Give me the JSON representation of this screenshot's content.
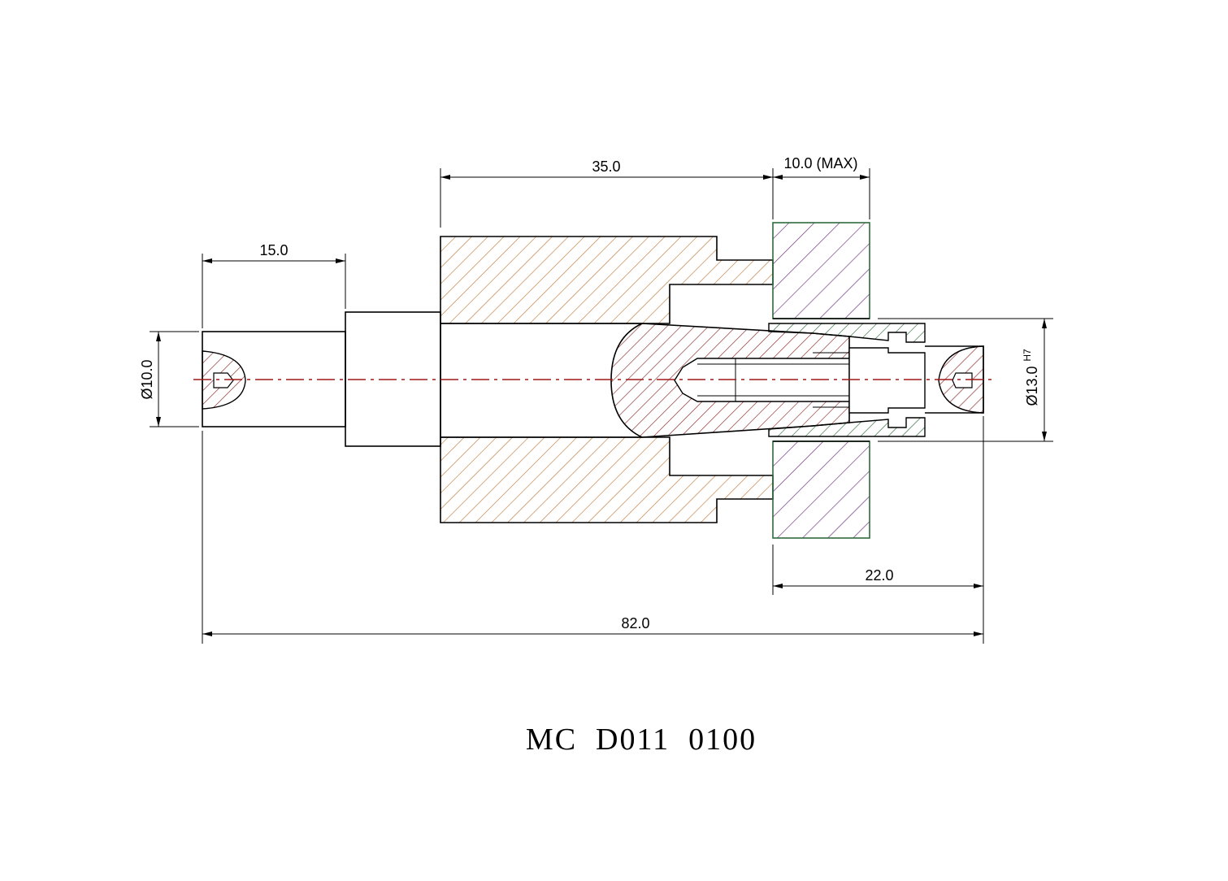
{
  "dimensions": {
    "d35": "35.0",
    "d10max": "10.0 (MAX)",
    "d15": "15.0",
    "d22": "22.0",
    "d82": "82.0",
    "dia10": "Ø10.0",
    "dia13": "Ø13.0",
    "dia13_tol": "H7"
  },
  "part_number": "MC  D011  0100",
  "colors": {
    "housing_hatch": "#c07a3e",
    "collet_hatch": "#8b2a2a",
    "ring_hatch": "#6a2a7a",
    "ring_border": "#2e6b3e",
    "nut_hatch": "#2e6b3e",
    "centerline": "#a01818"
  }
}
